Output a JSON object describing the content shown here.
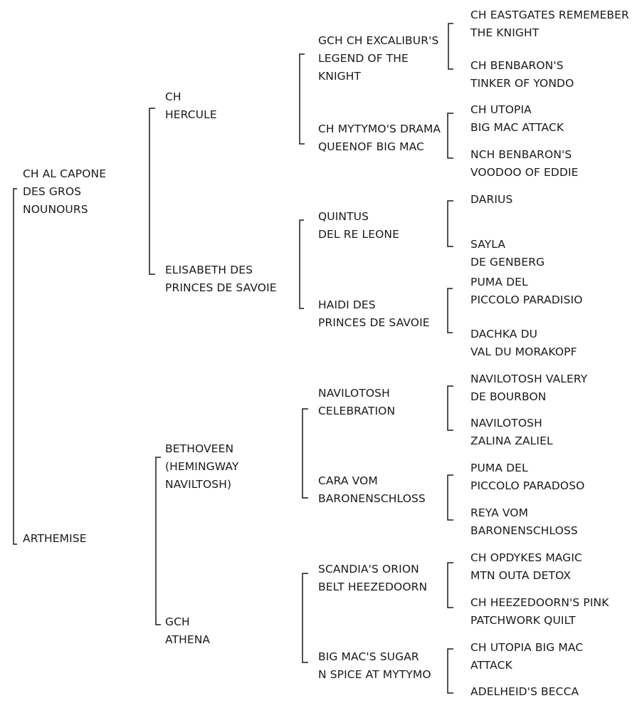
{
  "pedigree": {
    "subject": "CH AL CAPONE\nDES GROS\nNOUNOURS",
    "sire": "CH\nHERCULE",
    "dam": "ARTHEMISE",
    "sire_sire": "GCH CH EXCALIBUR'S\nLEGEND OF THE\nKNIGHT",
    "sire_dam": "ELISABETH DES\nPRINCES DE SAVOIE",
    "dam_sire": "BETHOVEEN\n(HEMINGWAY\nNAVILTOSH)",
    "dam_dam": "GCH\nATHENA",
    "ss_sire": "CH EASTGATES REMEMEBER\nTHE KNIGHT",
    "ss_dam": "CH BENBARON'S\nTINKER OF YONDO",
    "sd_parent_top": "CH MYTYMO'S DRAMA\nQUEENOF BIG MAC",
    "sd_top_sire": "CH UTOPIA\nBIG MAC ATTACK",
    "sd_top_dam": "NCH BENBARON'S\nVOODOO OF EDDIE",
    "quintus": "QUINTUS\nDEL RE LEONE",
    "quintus_sire": "DARIUS",
    "quintus_dam": "SAYLA\nDE GENBERG",
    "haidi": "HAIDI DES\nPRINCES DE SAVOIE",
    "haidi_sire": "PUMA DEL\nPICCOLO PARADISIO",
    "haidi_dam": "DACHKA DU\nVAL DU MORAKOPF",
    "celebration": "NAVILOTOSH\nCELEBRATION",
    "celebration_sire": "NAVILOTOSH VALERY\nDE BOURBON",
    "celebration_dam": "NAVILOTOSH\nZALINA ZALIEL",
    "cara": "CARA VOM\nBARONENSCHLOSS",
    "cara_sire": "PUMA DEL\nPICCOLO PARADOSO",
    "cara_dam": "REYA VOM\nBARONENSCHLOSS",
    "scandia": "SCANDIA'S ORION\nBELT HEEZEDOORN",
    "scandia_sire": "CH OPDYKES MAGIC\nMTN OUTA DETOX",
    "scandia_dam": "CH HEEZEDOORN'S PINK\nPATCHWORK QUILT",
    "sugar": "BIG MAC'S SUGAR\nN SPICE AT MYTYMO",
    "sugar_sire": "CH UTOPIA BIG MAC\nATTACK",
    "sugar_dam": "ADELHEID'S BECCA"
  },
  "colors": {
    "text": "#1a1a1a",
    "line": "#1a1a1a",
    "background": "#ffffff"
  }
}
